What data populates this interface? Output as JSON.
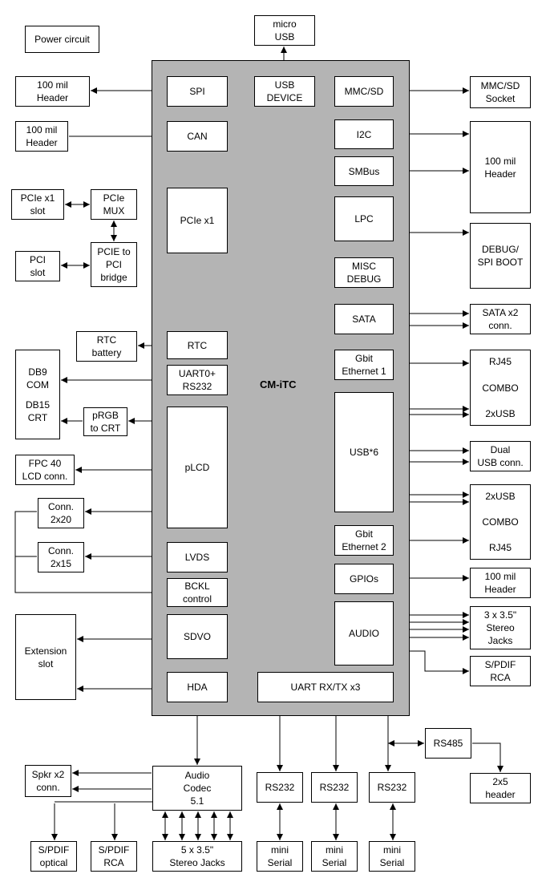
{
  "diagram": {
    "center_label": "CM-iTC",
    "boxes": {
      "power_circuit": "Power circuit",
      "micro_usb": "micro\nUSB",
      "usb_device": "USB\nDEVICE",
      "spi": "SPI",
      "header_spi": "100 mil\nHeader",
      "can": "CAN",
      "header_can": "100 mil\nHeader",
      "mmc_sd": "MMC/SD",
      "mmc_socket": "MMC/SD\nSocket",
      "i2c": "I2C",
      "smbus": "SMBus",
      "header_i2c": "100 mil\nHeader",
      "lpc": "LPC",
      "debug_spi": "DEBUG/\nSPI BOOT",
      "misc_debug": "MISC\nDEBUG",
      "pcie_slot": "PCIe x1\nslot",
      "pcie_mux": "PCIe\nMUX",
      "pcie_x1": "PCIe x1",
      "pci_slot": "PCI\nslot",
      "pcie_pci_bridge": "PCIE to\nPCI\nbridge",
      "sata": "SATA",
      "sata_conn": "SATA  x2\nconn.",
      "rtc_battery": "RTC\nbattery",
      "rtc": "RTC",
      "gbit_eth1": "Gbit\nEthernet 1",
      "db9_com": "DB9\nCOM",
      "db15_crt": "DB15\nCRT",
      "uart0": "UART0+\nRS232",
      "prgb": "pRGB\nto CRT",
      "plcd": "pLCD",
      "usb6": "USB*6",
      "dual_usb": "Dual\nUSB conn.",
      "fpc40": "FPC 40\nLCD conn.",
      "conn_2x20": "Conn.\n2x20",
      "conn_2x15": "Conn.\n2x15",
      "lvds": "LVDS",
      "gbit_eth2": "Gbit\nEthernet 2",
      "gpios": "GPIOs",
      "header_gpio": "100 mil\nHeader",
      "bckl": "BCKL\ncontrol",
      "extension_slot": "Extension\nslot",
      "sdvo": "SDVO",
      "audio": "AUDIO",
      "stereo_jacks_right": "3 x 3.5\"\nStereo\nJacks",
      "spdif_rca_right": "S/PDIF\nRCA",
      "hda": "HDA",
      "uart_rxtx": "UART RX/TX x3",
      "rs485": "RS485",
      "header_2x5": "2x5\nheader",
      "spkr": "Spkr x2\nconn.",
      "audio_codec": "Audio\nCodec\n5.1",
      "rs232_1": "RS232",
      "rs232_2": "RS232",
      "rs232_3": "RS232",
      "spdif_optical": "S/PDIF\noptical",
      "spdif_rca_bottom": "S/PDIF\nRCA",
      "stereo_jacks_bottom": "5 x 3.5\"\nStereo Jacks",
      "mini_serial_1": "mini\nSerial",
      "mini_serial_2": "mini\nSerial",
      "mini_serial_3": "mini\nSerial"
    },
    "rj45_combo_top": [
      "RJ45",
      "COMBO",
      "2xUSB"
    ],
    "usb_combo_bottom": [
      "2xUSB",
      "COMBO",
      "RJ45"
    ],
    "colors": {
      "cpu_fill": "#b4b4b4",
      "line": "#000000",
      "box_fill": "#ffffff"
    }
  }
}
